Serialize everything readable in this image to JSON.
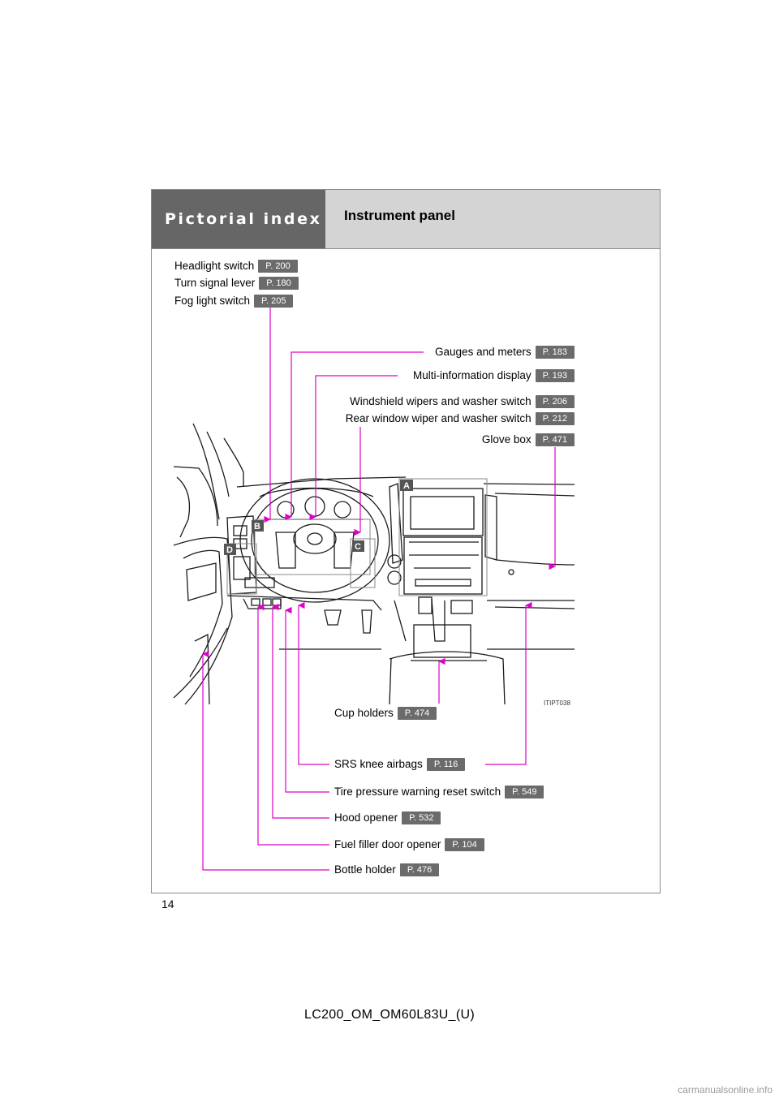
{
  "header": {
    "section": "Pictorial index",
    "title": "Instrument panel"
  },
  "labels_top_left": [
    {
      "text": "Headlight switch",
      "page": "P. 200"
    },
    {
      "text": "Turn signal lever",
      "page": "P. 180"
    },
    {
      "text": "Fog light switch",
      "page": "P. 205"
    }
  ],
  "labels_top_right": [
    {
      "text": "Gauges and meters",
      "page": "P. 183"
    },
    {
      "text": "Multi-information display",
      "page": "P. 193"
    },
    {
      "text": "Windshield wipers and washer switch",
      "page": "P. 206"
    },
    {
      "text": "Rear window wiper and washer switch",
      "page": "P. 212"
    },
    {
      "text": "Glove box",
      "page": "P. 471"
    }
  ],
  "labels_bottom": [
    {
      "text": "Cup holders",
      "page": "P. 474"
    },
    {
      "text": "SRS knee airbags",
      "page": "P. 116"
    },
    {
      "text": "Tire pressure warning reset switch",
      "page": "P. 549"
    },
    {
      "text": "Hood opener",
      "page": "P. 532"
    },
    {
      "text": "Fuel filler door opener",
      "page": "P. 104"
    },
    {
      "text": "Bottle holder",
      "page": "P. 476"
    }
  ],
  "diagram": {
    "code": "ITIPT038",
    "callouts": [
      "A",
      "B",
      "C",
      "D"
    ],
    "leader_color": "#e000c8"
  },
  "page_number": "14",
  "footer": "LC200_OM_OM60L83U_(U)",
  "watermark": "carmanualsonline.info"
}
